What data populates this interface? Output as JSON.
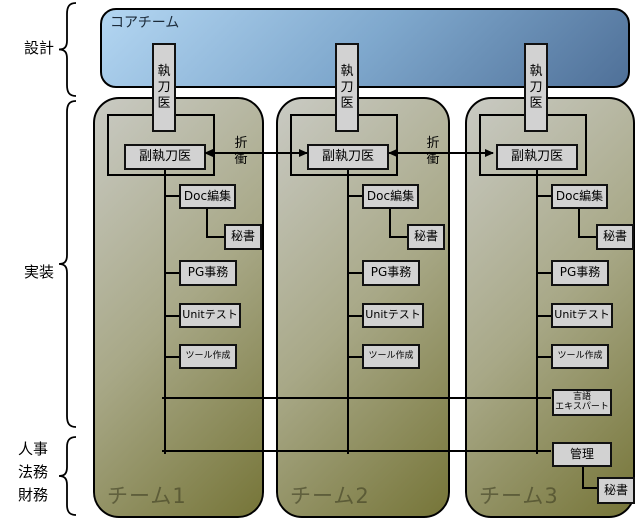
{
  "diagram": {
    "section_labels": {
      "design": "設計",
      "implementation": "実装",
      "admin": {
        "line1": "人事",
        "line2": "法務",
        "line3": "財務"
      }
    },
    "core_team": {
      "title": "コアチーム"
    },
    "negotiation_label": "折衝",
    "teams": [
      {
        "name": "チーム1",
        "surgeon": "執刀医",
        "deputy_surgeon": "副執刀医",
        "roles": {
          "doc_editing": "Doc編集",
          "secretary": "秘書",
          "pg_admin": "PG事務",
          "unit_test": "Unitテスト",
          "tool_creation": "ツール作成"
        }
      },
      {
        "name": "チーム2",
        "surgeon": "執刀医",
        "deputy_surgeon": "副執刀医",
        "roles": {
          "doc_editing": "Doc編集",
          "secretary": "秘書",
          "pg_admin": "PG事務",
          "unit_test": "Unitテスト",
          "tool_creation": "ツール作成"
        }
      },
      {
        "name": "チーム3",
        "surgeon": "執刀医",
        "deputy_surgeon": "副執刀医",
        "roles": {
          "doc_editing": "Doc編集",
          "secretary": "秘書",
          "pg_admin": "PG事務",
          "unit_test": "Unitテスト",
          "tool_creation": "ツール作成"
        },
        "extra_roles": {
          "language_expert_line1": "言語",
          "language_expert_line2": "エキスパート",
          "management": "管理",
          "management_secretary": "秘書"
        }
      }
    ],
    "colors": {
      "core_gradient_start": "#b3d6f2",
      "core_gradient_end": "#4f7098",
      "team_gradient_start": "#c9cac3",
      "team_gradient_end": "#767538",
      "box_fill": "#d2d2d2",
      "line": "#000000"
    }
  }
}
